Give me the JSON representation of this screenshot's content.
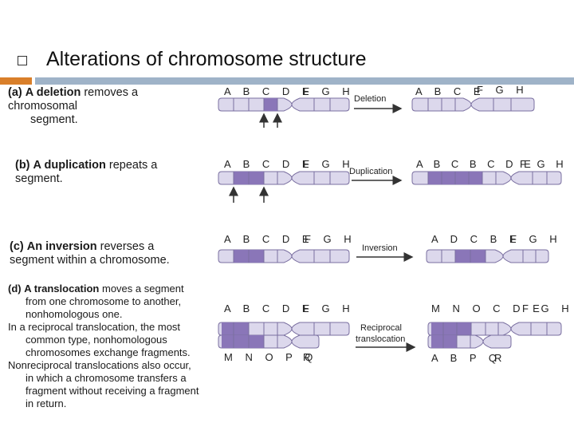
{
  "slide": {
    "title": "Alterations of chromosome structure"
  },
  "descriptions": {
    "deletion": {
      "label": "(a)",
      "term": "A deletion",
      "rest": " removes a",
      "line2": "chromosomal",
      "line3": "segment."
    },
    "duplication": {
      "label": "(b)",
      "term": "A duplication",
      "rest": " repeats a",
      "line2": "segment."
    },
    "inversion": {
      "label": "(c)",
      "term": "An inversion",
      "rest": " reverses a",
      "line2": "segment within a chromosome."
    },
    "translocation": {
      "label": "(d)",
      "term": "A translocation",
      "rest": " moves a segment",
      "lines": [
        "from one chromosome to another,",
        "nonhomologous one."
      ],
      "reciprocal": [
        "In a reciprocal translocation, the most",
        "common type, nonhomologous",
        "chromosomes exchange fragments."
      ],
      "nonreciprocal": [
        "Nonreciprocal translocations also occur,",
        "in which a chromosome transfers a",
        "fragment without receiving a fragment",
        "in return."
      ]
    }
  },
  "process_labels": {
    "deletion": "Deletion",
    "duplication": "Duplication",
    "inversion": "Inversion",
    "reciprocal_1": "Reciprocal",
    "reciprocal_2": "translocation"
  },
  "gene_letters": {
    "deletion_before": "A B C D E",
    "deletion_before_right": "F G H",
    "deletion_after": "A B C E",
    "deletion_after_right": "F G H",
    "duplication_before": "A B C D E",
    "duplication_before_right": "F G H",
    "duplication_after": "A B C B C D E",
    "duplication_after_right": "F G H",
    "inversion_before": "A B C D E",
    "inversion_before_right": "F G H",
    "inversion_after": "A D C B E",
    "inversion_after_right": "F G H",
    "trans_top_before": "A B C D E",
    "trans_top_before_right": "F G H",
    "trans_bottom_before": "M N O P Q",
    "trans_bottom_before_right": "R",
    "trans_top_after": "M N O C D E",
    "trans_top_after_right": "F G H",
    "trans_bottom_after": "A B P Q",
    "trans_bottom_after_right": "R"
  },
  "colors": {
    "chromosome_fill": "#dcd8ec",
    "highlight_fill": "#8a76b8",
    "outline": "#7a6fa0",
    "rule_bar": "#9fb3c8",
    "accent_notch": "#d97f2a"
  }
}
